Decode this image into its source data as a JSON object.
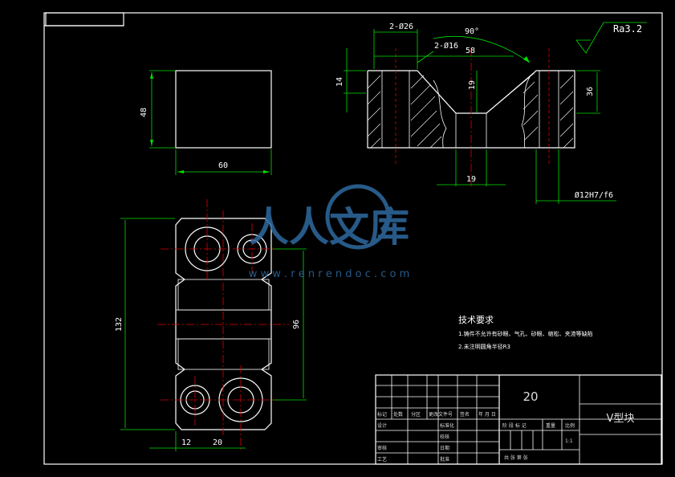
{
  "roughness": "Ra3.2",
  "angle": "90°",
  "dims": {
    "holes_large": "2-Ø26",
    "holes_small": "2-Ø16",
    "d58": "58",
    "d14": "14",
    "d19v": "19",
    "d36": "36",
    "d19": "19",
    "fit": "Ø12H7/f6",
    "d48": "48",
    "d60": "60",
    "d132": "132",
    "d96": "96",
    "d12": "12",
    "d20": "20"
  },
  "tech": {
    "title": "技术要求",
    "line1": "1.铸件不允许有砂眼、气孔、砂眼、缩松、夹渣等缺陷",
    "line2": "2.未注明圆角半径R3"
  },
  "titleblock": {
    "material": "20",
    "part_name": "V型块",
    "scale": "1:1",
    "headers": [
      "标记",
      "处数",
      "分区",
      "更改文件号",
      "签名",
      "年 月 日"
    ],
    "row_design": "设计",
    "row_standard": "标准化",
    "row_review": "审核",
    "row_process": "工艺",
    "row_approve": "批准",
    "row_check": "校核",
    "row_date": "日期",
    "stage": "阶 段 标 记",
    "weight": "重量",
    "ratio": "比例",
    "sheet": "共    张  第    张"
  },
  "watermark": {
    "text": "人人文库",
    "url": "w w w . r e n r e n d o c . c o m"
  }
}
